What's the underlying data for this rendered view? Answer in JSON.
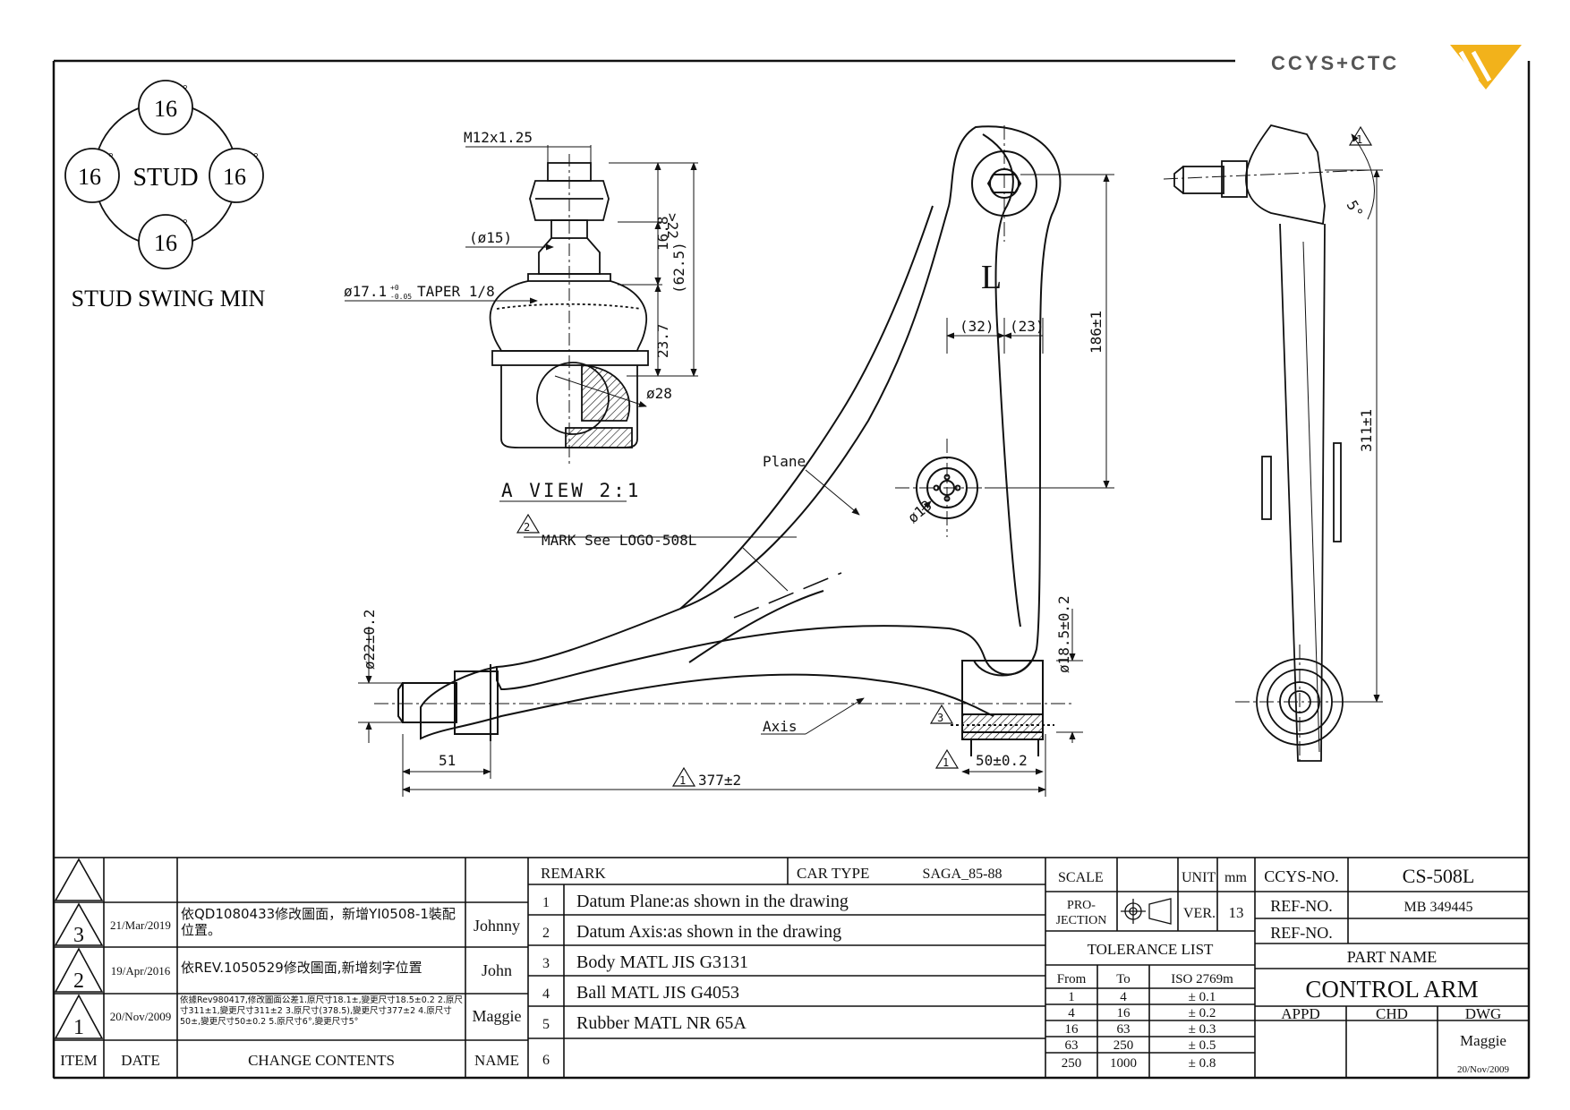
{
  "logo": {
    "text": "CCYS+CTC",
    "colors": {
      "mark": "#f2b21b",
      "text": "#555555"
    }
  },
  "swing": {
    "center": "STUD",
    "angles": [
      "16",
      "16",
      "16",
      "16"
    ],
    "degree_mark": "°",
    "caption": "STUD SWING MIN"
  },
  "a_view": {
    "thread": "M12x1.25",
    "dim_22": ">22",
    "dim_168": "16.8",
    "dim_625": "(62.5)",
    "dim_237": "23.7",
    "dia_15": "(ø15)",
    "taper": "ø17.1",
    "taper_tol_plus": "+0",
    "taper_tol_minus": "-0.05",
    "taper_text": "TAPER 1/8",
    "dia_28": "ø28",
    "title": "A VIEW 2:1"
  },
  "main_view": {
    "side_letter": "L",
    "dim_32": "(32)",
    "dim_23": "(23)",
    "dim_186": "186±1",
    "plane": "Plane",
    "dia_13": "ø13",
    "mark_num": "2",
    "mark_text": "MARK See LOGO-508L",
    "dim_22_02": "ø22±0.2",
    "dim_185_02": "ø18.5±0.2",
    "axis": "Axis",
    "tri_3": "3",
    "tri_1": "1",
    "dim_51": "51",
    "dim_50": "50±0.2",
    "dim_377": "377±2"
  },
  "side_view": {
    "dim_311": "311±1",
    "tri_1": "1",
    "dim_5": "5°"
  },
  "revisions": {
    "rows": [
      {
        "item": "3",
        "date": "21/Mar/2019",
        "change": "依QD1080433修改圖面，新增YI0508-1裝配位置。",
        "name": "Johnny"
      },
      {
        "item": "2",
        "date": "19/Apr/2016",
        "change": "依REV.1050529修改圖面,新增刻字位置",
        "name": "John"
      },
      {
        "item": "1",
        "date": "20/Nov/2009",
        "change": "依據Rev980417,修改圖面公差1.原尺寸18.1±,變更尺寸18.5±0.2 2.原尺寸311±1,變更尺寸311±2 3.原尺寸(378.5),變更尺寸377±2 4.原尺寸50±,變更尺寸50±0.2 5.原尺寸6°,變更尺寸5°",
        "name": "Maggie"
      }
    ],
    "headers": {
      "item": "ITEM",
      "date": "DATE",
      "change": "CHANGE CONTENTS",
      "name": "NAME"
    }
  },
  "remarks": {
    "label": "REMARK",
    "car_type_label": "CAR TYPE",
    "car_type": "SAGA_85-88",
    "items": [
      {
        "n": "1",
        "text": "Datum Plane:as shown in the drawing"
      },
      {
        "n": "2",
        "text": "Datum Axis:as shown in the drawing"
      },
      {
        "n": "3",
        "text": "Body MATL JIS G3131"
      },
      {
        "n": "4",
        "text": "Ball MATL JIS G4053"
      },
      {
        "n": "5",
        "text": "Rubber MATL NR 65A"
      },
      {
        "n": "6",
        "text": ""
      }
    ]
  },
  "scale_block": {
    "scale_label": "SCALE",
    "unit_label": "UNIT",
    "unit": "mm",
    "projection_label_1": "PRO-",
    "projection_label_2": "JECTION",
    "ver_label": "VER.",
    "ver": "13",
    "tolerance_title": "TOLERANCE LIST",
    "tol_headers": [
      "From",
      "To",
      "ISO 2769m"
    ],
    "tol_rows": [
      [
        "1",
        "4",
        "± 0.1"
      ],
      [
        "4",
        "16",
        "± 0.2"
      ],
      [
        "16",
        "63",
        "± 0.3"
      ],
      [
        "63",
        "250",
        "± 0.5"
      ],
      [
        "250",
        "1000",
        "± 0.8"
      ]
    ]
  },
  "title_block": {
    "ccys_label": "CCYS-NO.",
    "ccys_no": "CS-508L",
    "ref_label_1": "REF-NO.",
    "ref_no_1": "MB 349445",
    "ref_label_2": "REF-NO.",
    "ref_no_2": "",
    "part_name_label": "PART NAME",
    "part_name": "CONTROL ARM",
    "appd": "APPD",
    "chd": "CHD",
    "dwg": "DWG",
    "drawer": "Maggie",
    "draw_date": "20/Nov/2009"
  }
}
